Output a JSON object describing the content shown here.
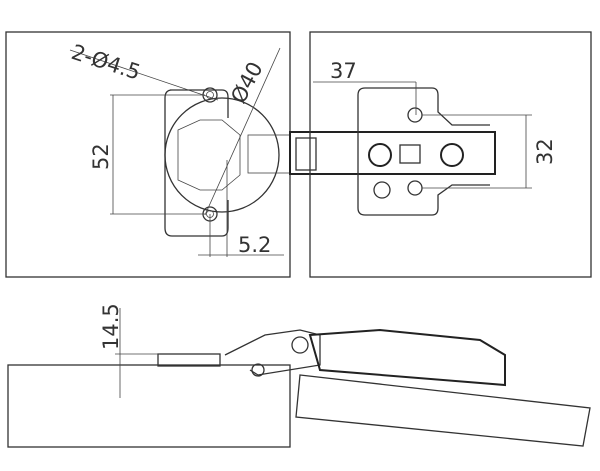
{
  "drawing": {
    "title": "Concealed cabinet hinge dimension drawing",
    "dimensions": {
      "holes": "2-Ø4.5",
      "cup_diameter": "Ø40",
      "hole_spacing": "52",
      "offset": "5.2",
      "plate_distance": "37",
      "plate_hole_spacing": "32",
      "cup_depth": "14.5"
    }
  }
}
